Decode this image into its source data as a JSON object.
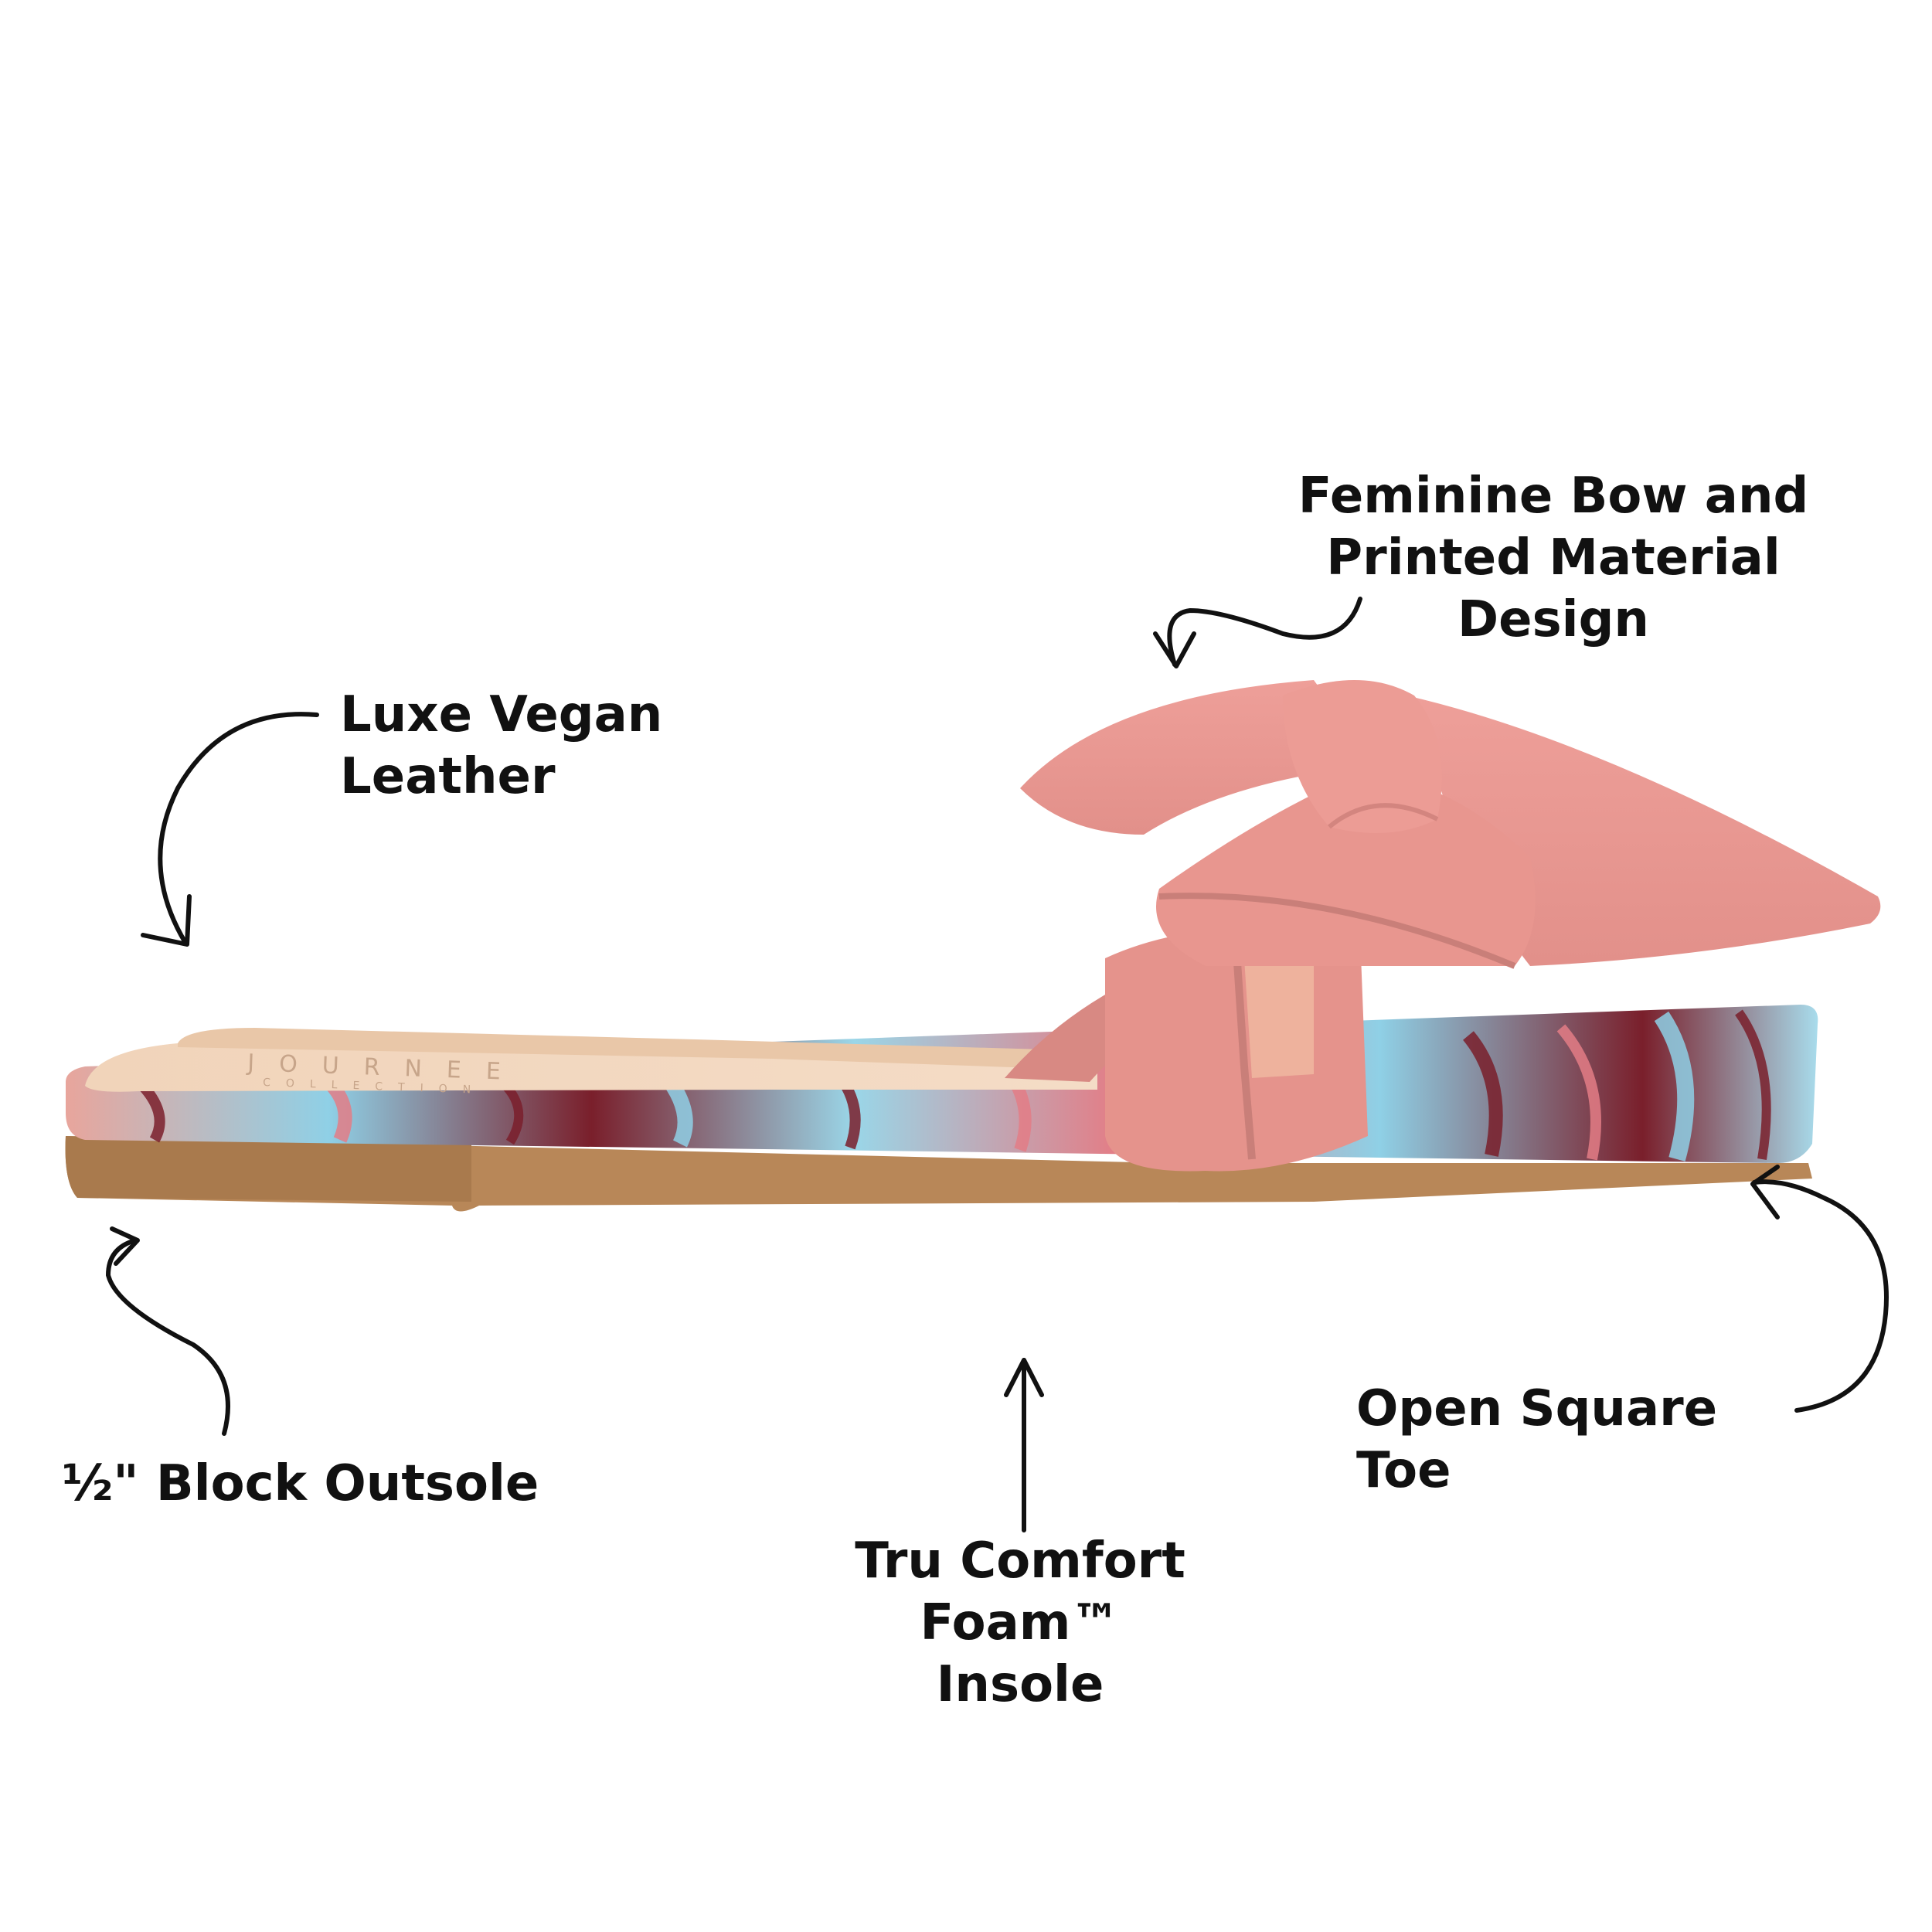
{
  "brand": {
    "logo_text": "JOURNEE",
    "logo_subtext": "COLLECTION"
  },
  "colors": {
    "bow_pink": "#e89891",
    "bow_shadow": "#c97f79",
    "insole_beige": "#f0d5bd",
    "sole_tan": "#b88758",
    "print_blue": "#8fd0e6",
    "print_maroon": "#7a1f2b",
    "text": "#111111"
  },
  "callouts": {
    "bow": {
      "line1": "Feminine Bow and",
      "line2": "Printed Material Design"
    },
    "leather": {
      "text": "Luxe Vegan Leather"
    },
    "outsole": {
      "text": "½\" Block Outsole"
    },
    "insole": {
      "line1": "Tru Comfort Foam™",
      "line2": "Insole"
    },
    "toe": {
      "text": "Open Square Toe"
    }
  },
  "icons": [
    "curved-arrow-icon",
    "straight-arrow-icon"
  ]
}
